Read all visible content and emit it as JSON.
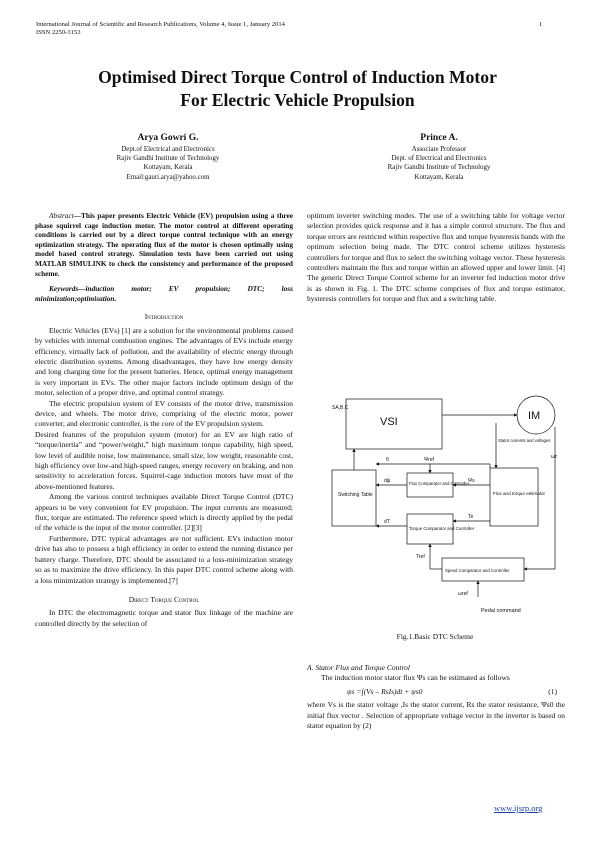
{
  "header": {
    "journal_line": "International Journal of Scientific and Research Publications, Volume 4, Issue 1, January 2014",
    "issn": "ISSN 2250-3153",
    "page_number": "1"
  },
  "title": {
    "line1": "Optimised Direct Torque Control of Induction Motor",
    "line2": "For Electric Vehicle Propulsion"
  },
  "authors": [
    {
      "name": "Arya Gowri G.",
      "lines": [
        "Dept.of Electrical and Electronics",
        "Rajiv Gandhi Institute of Technology",
        "Kottayam, Kerala",
        "Email:gauri.arya@yahoo.com"
      ]
    },
    {
      "name": "Prince A.",
      "lines": [
        "Associate Professor",
        "Dept. of Electrical and Electronics",
        "Rajiv Gandhi Institute of Technology",
        "Kottayam, Kerala"
      ]
    }
  ],
  "abstract": {
    "label": "Abstract",
    "text": "—This paper presents Electric Vehicle (EV) propulsion using a three phase squirrel cage induction motor. The motor control at different operating conditions is carried out by a direct torque control technique with an energy optimization strategy. The operating flux of the motor is chosen optimally using model based control strategy. Simulation tests have been carried out using MATLAB SIMULINK to check the consistency and performance of the proposed scheme."
  },
  "keywords": {
    "label": "Keywords",
    "text": "—induction motor; EV propulsion; DTC; loss minimization;optimisation."
  },
  "sections": {
    "intro_heading": "Introduction",
    "intro_paragraphs": [
      "Electric Vehicles (EVs) [1] are a solution for the environmental problems caused by vehicles with internal combustion engines. The advantages of EVs include energy efficiency, virtually lack of pollution, and the availability of electric energy through electric distribution systems. Among disadvantages, they have low energy density and long charging time for the present batteries. Hence, optimal energy management is very important in EVs. The other major factors include optimum design of the motor, selection of a proper drive, and optimal control strategy.",
      "The electric propulsion system of EV consists of the motor drive, transmission device, and wheels. The motor drive, comprising of the electric motor, power converter, and electronic controller, is the core of the EV propulsion system.",
      "Desired features of the propulsion system (motor) for an EV are high ratio of “torque/inertia” and “power/weight,” high maximum torque capability, high speed, low level of audible noise, low maintenance, small size, low weight, reasonable cost, high efficiency over low-and high-speed ranges, energy recovery on braking, and non sensitivity to acceleration forces. Squirrel-cage induction motors have most of the above-mentioned features.",
      "Among the various control techniques available Direct Torque Control (DTC) appears to be very convenient for EV propulsion. The input currents are measured; flux, torque are estimated. The reference speed which is directly applied by the pedal of the vehicle is the input of the motor controller. [2][3]",
      "Furthermore, DTC typical advantages are not sufficient. EVs induction motor drive has also to possess a high efficiency in order to extend the running distance per battery charge. Therefore, DTC should be associated to a loss-minimization strategy so as to maximize the drive efficiency. In this paper DTC control scheme along with a loss minimization strategy is implemented.[7]"
    ],
    "dtc_heading": "Direct Torque Control",
    "dtc_paragraph_left": "In DTC the electromagnetic torque and stator flux linkage of the machine are controlled directly by the selection of",
    "dtc_paragraph_right": "optimum inverter switching modes. The use of a switching table for voltage vector selection provides quick response and it has a simple control structure. The flux and torque errors are restricted within respective flux and torque hysteresis bands with the optimum selection being made. The DTC control scheme utilizes hysteresis controllers for torque and flux to select the switching voltage vector. These hysteresis controllers maintain the flux and torque within an allowed upper and lower limit. [4] The generic Direct Torque Control scheme for an inverter fed induction motor drive is as shown in Fig. 1. The DTC scheme comprises of flux and torque estimator, hysteresis controllers for torque and flux and a switching table.",
    "subsection_heading": "A.  Stator Flux  and Torque Control",
    "subsection_text_1": "The induction motor stator flux Ψs can be estimated as follows",
    "equation": "ψs =∫(Vs – RsIs)dt + ψs0",
    "equation_number": "(1)",
    "subsection_text_2": "where Vs is the stator voltage ,Is the stator current, Rs the stator resistance, Ψs0 the initial flux vector . Selection of appropriate voltage vector in the inverter is based on stator equation by (2)"
  },
  "figure": {
    "caption": "Fig.1.Basic DTC Scheme",
    "labels": {
      "vsi": "VSI",
      "im": "IM",
      "sabc": "SA,B,C",
      "stator": "Stator currents and voltages",
      "omega_r": "ωr",
      "switching_table": "Switching Table",
      "flux_comp": "Flux Comparator and Controller",
      "torque_comp": "Torque Comparator and Controller",
      "estimator": "Flux and torque estimator",
      "speed_comp": "Speed Comparator and Controller",
      "psi_ref": "Ψref",
      "psi_s": "Ψs",
      "d_psi": "dψ",
      "theta": "θ",
      "d_t": "dT",
      "t_e": "Te",
      "t_ref": "Tref",
      "omega_ref": "ωref",
      "pedal": "Pedal command"
    }
  },
  "footer": {
    "url": "www.ijsrp.org"
  }
}
